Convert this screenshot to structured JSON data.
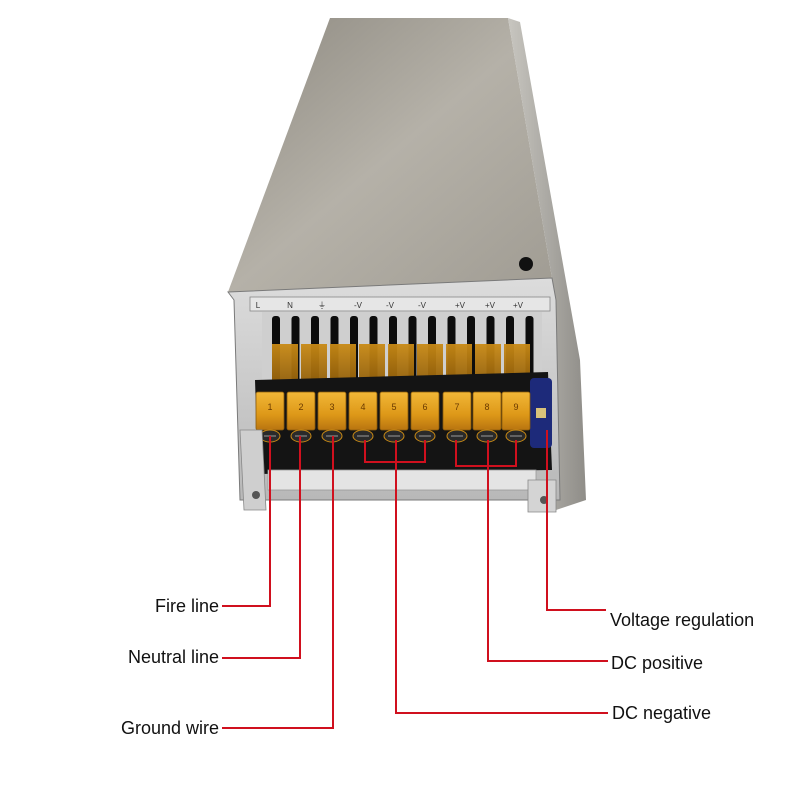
{
  "labels": {
    "fire_line": "Fire line",
    "neutral_line": "Neutral line",
    "ground_wire": "Ground wire",
    "voltage_regulation": "Voltage regulation",
    "dc_positive": "DC positive",
    "dc_negative": "DC negative"
  },
  "panel": {
    "markings": [
      "L",
      "N",
      "⏚",
      "-V",
      "-V",
      "-V",
      "+V",
      "+V",
      "+V"
    ],
    "terminal_numbers": [
      "1",
      "2",
      "3",
      "4",
      "5",
      "6",
      "7",
      "8",
      "9"
    ]
  },
  "colors": {
    "leader_line": "#d0101e",
    "housing": "#a8a49a",
    "terminal_amber": "#e0a020",
    "terminal_block": "#1a1a1a"
  }
}
